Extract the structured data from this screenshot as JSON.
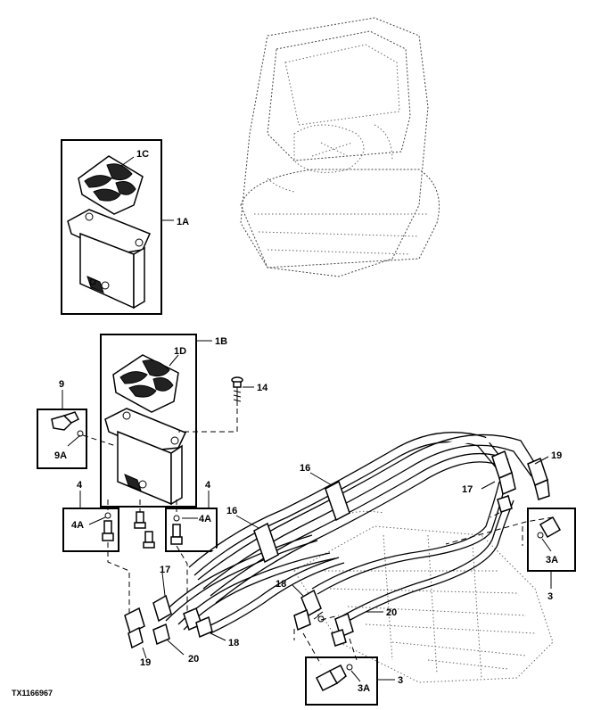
{
  "figure_id": "TX1166967",
  "callouts": {
    "1A": "1A",
    "1B": "1B",
    "1C": "1C",
    "1D": "1D",
    "3_right": "3",
    "3_bottom": "3",
    "3A_right": "3A",
    "3A_bottom": "3A",
    "4_left": "4",
    "4_right": "4",
    "4A_left": "4A",
    "4A_right": "4A",
    "9": "9",
    "9A": "9A",
    "14": "14",
    "16_upper": "16",
    "16_lower": "16",
    "17_right": "17",
    "17_left": "17",
    "18_upper": "18",
    "18_lower": "18",
    "19_right": "19",
    "19_left": "19",
    "20_right": "20",
    "20_left": "20"
  }
}
